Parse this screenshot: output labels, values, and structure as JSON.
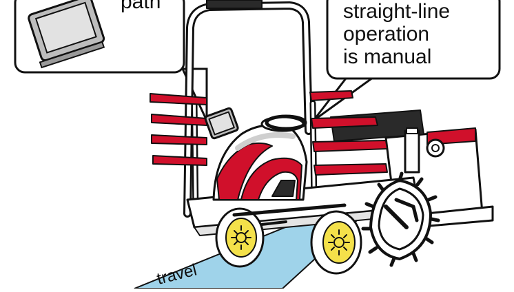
{
  "callout_left": {
    "text": "path",
    "icon": "monitor-icon"
  },
  "callout_right": {
    "lines": [
      "straight-line",
      "operation",
      "is manual"
    ]
  },
  "ground": {
    "label": "travel"
  },
  "colors": {
    "accent_red": "#d0102b",
    "wheel_yellow": "#f4e14a",
    "path_blue": "#9fd3ea",
    "outline": "#111111",
    "panel_gray": "#cfcfcf"
  }
}
